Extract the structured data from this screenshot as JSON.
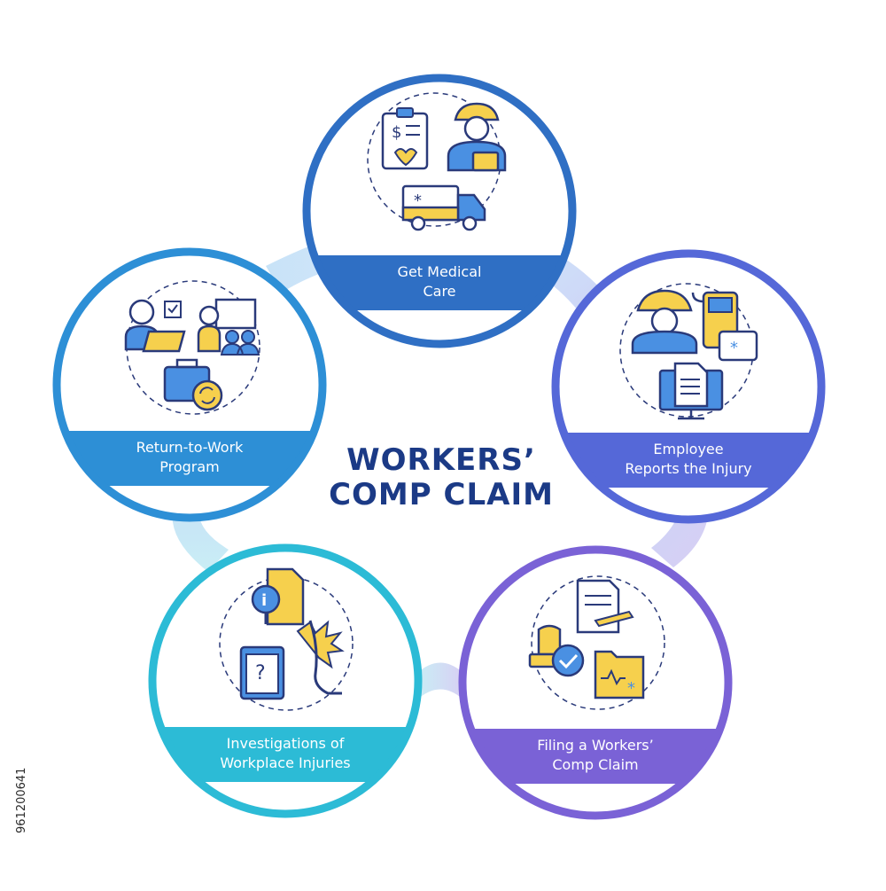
{
  "title": {
    "line1": "WORKERS’",
    "line2": "COMP CLAIM"
  },
  "steps": [
    {
      "label": [
        "Get Medical",
        "Care"
      ],
      "color": "#2f6fc4"
    },
    {
      "label": [
        "Employee",
        "Reports the Injury"
      ],
      "color": "#5568d8"
    },
    {
      "label": [
        "Filing a Workers’",
        "Comp Claim"
      ],
      "color": "#7a62d6"
    },
    {
      "label": [
        "Investigations of",
        "Workplace Injuries"
      ],
      "color": "#2cbbd6"
    },
    {
      "label": [
        "Return-to-Work",
        "Program"
      ],
      "color": "#2d8fd6"
    }
  ],
  "stock_id": "961200641",
  "colors": {
    "outline": "#2a3a7a",
    "accent_yellow": "#f6d04d",
    "accent_blue": "#4a90e2",
    "connector_light": "#cfe6f8"
  }
}
